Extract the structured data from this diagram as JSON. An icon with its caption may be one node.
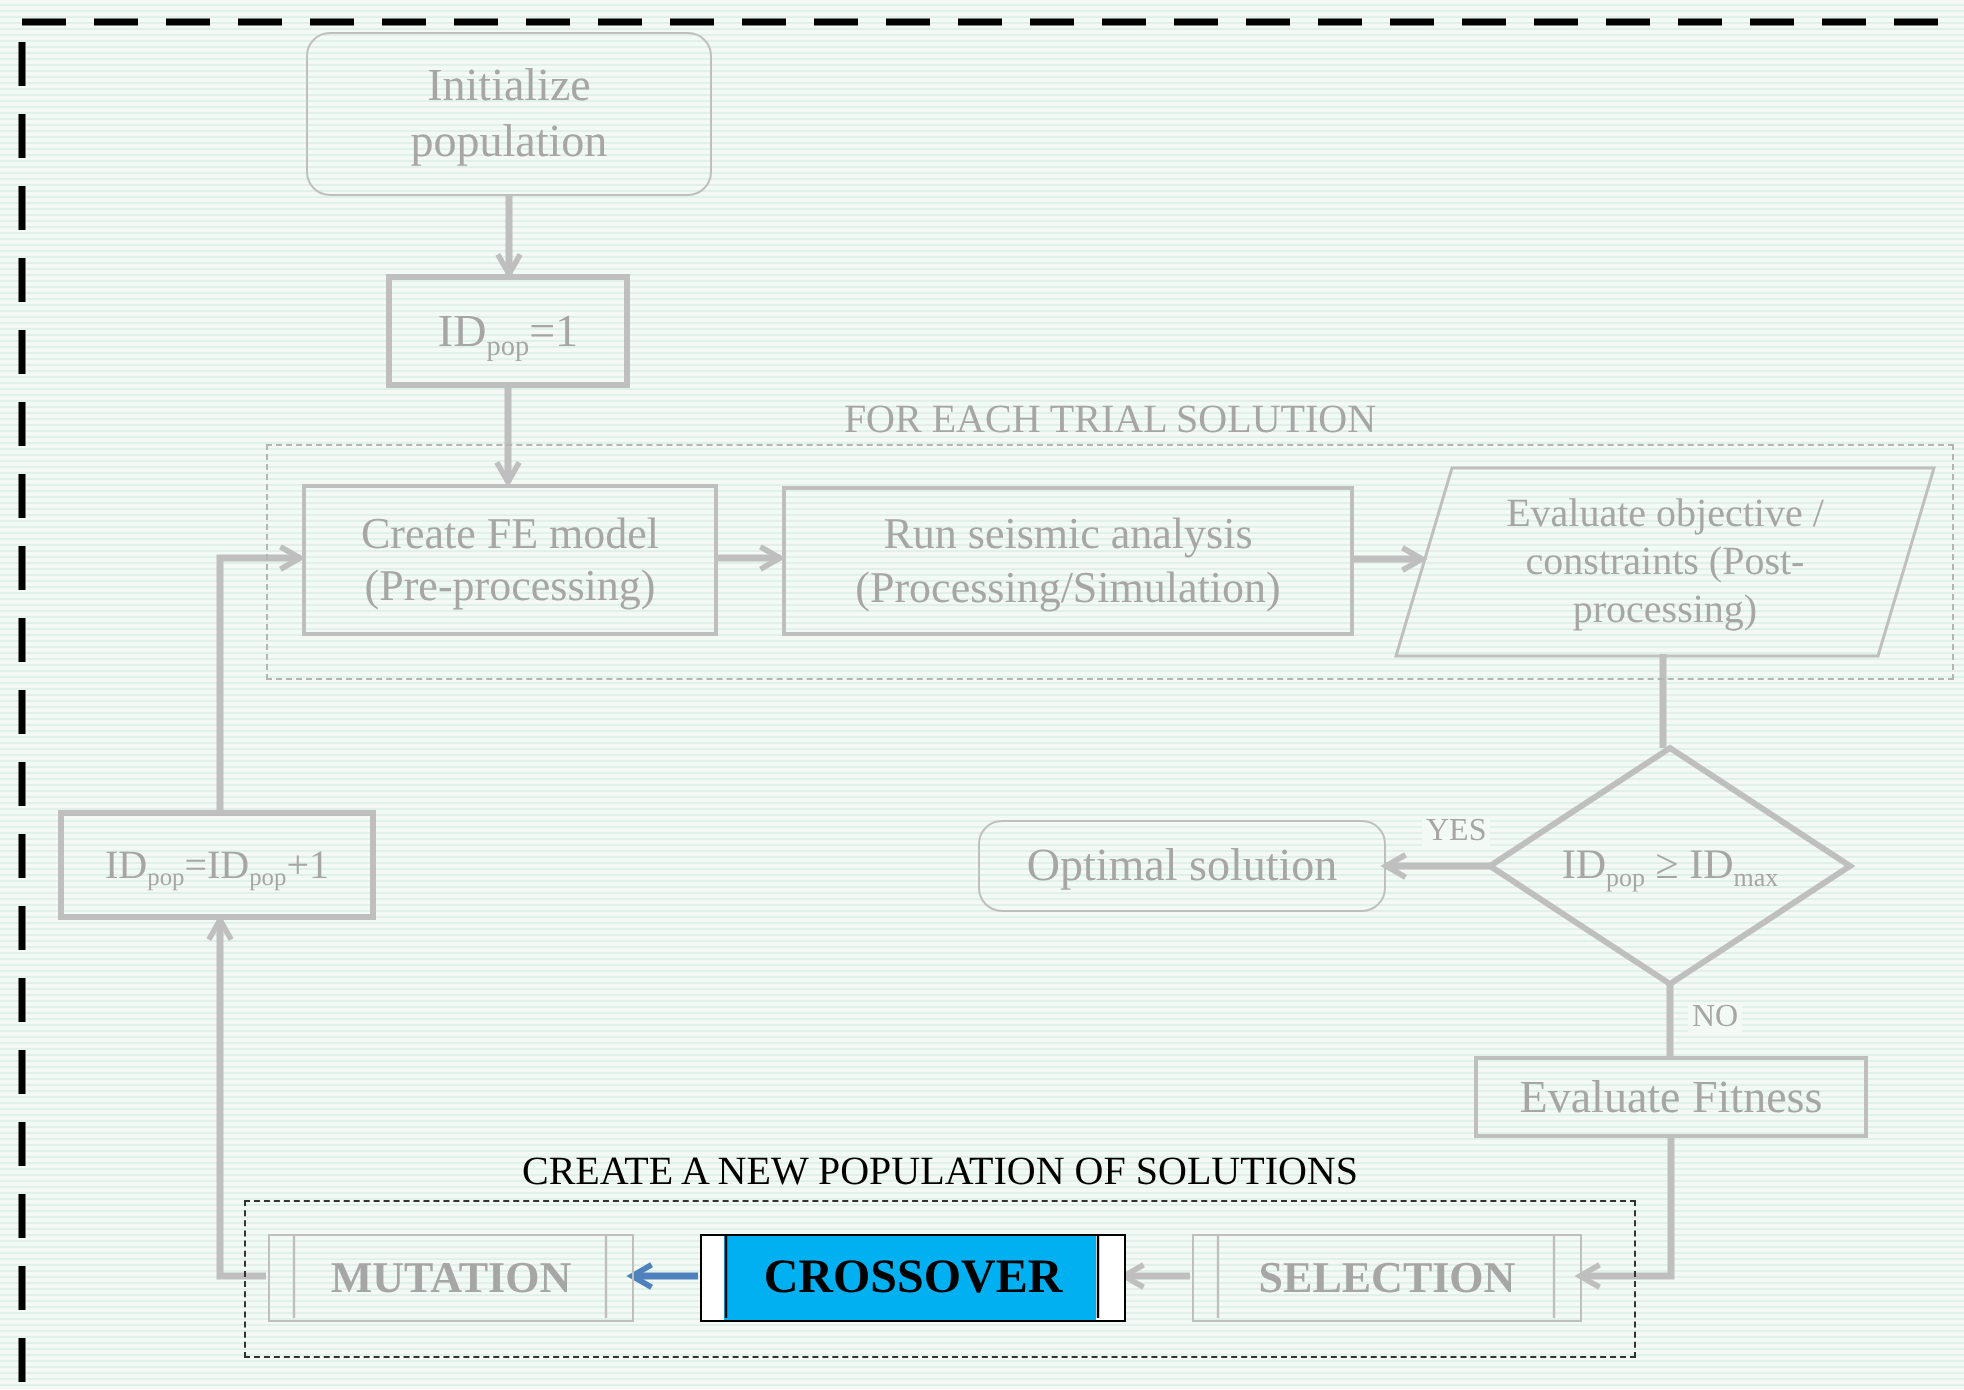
{
  "diagram": {
    "nodes": [
      {
        "text": [
          "Initialize population"
        ]
      },
      {
        "text": [
          "ID$_{pop}$=1"
        ]
      },
      {
        "text": [
          "FOR EACH TRIAL SOLUTION"
        ]
      },
      {
        "text": [
          "Create FE model (Pre-processing)"
        ],
        "in": 2
      },
      {
        "text": [
          "Run seismic analysis (Processing/Simulation)"
        ],
        "in": 2
      },
      {
        "text": [
          "Evaluate objective / constraints (Post-processing)"
        ],
        "in": 2
      },
      {
        "text": [
          "ID$_{pop}$ ≥ ID$_{max}$"
        ]
      },
      {
        "text": [
          "Optimal solution"
        ]
      },
      {
        "text": [
          "Evaluate Fitness"
        ]
      },
      {
        "text": [
          "ID$_{pop}$=ID$_{pop}$+1"
        ]
      },
      {
        "text": [
          "CREATE A NEW POPULATION OF SOLUTIONS"
        ]
      },
      {
        "text": [
          "MUTATION"
        ],
        "in": 10
      },
      {
        "text": [
          "CROSSOVER"
        ],
        "in": 10
      },
      {
        "text": [
          "SELECTION"
        ],
        "in": 10
      }
    ],
    "edges": [
      {
        "from": 0,
        "to": 1,
        "arrow": "to"
      },
      {
        "from": 1,
        "to": 3,
        "arrow": "to"
      },
      {
        "from": 3,
        "to": 4,
        "arrow": "to"
      },
      {
        "from": 4,
        "to": 5,
        "arrow": "to"
      },
      {
        "from": 5,
        "to": 6,
        "arrow": "none"
      },
      {
        "from": 6,
        "to": 7,
        "arrow": "to",
        "label": "YES"
      },
      {
        "from": 6,
        "to": 8,
        "arrow": "none",
        "label": "NO"
      },
      {
        "from": 8,
        "to": 13,
        "arrow": "to"
      },
      {
        "from": 13,
        "to": 12,
        "arrow": "to"
      },
      {
        "from": 12,
        "to": 11,
        "arrow": "to",
        "color": "#4f81bd"
      },
      {
        "from": 11,
        "to": 9,
        "arrow": "to"
      },
      {
        "from": 9,
        "to": 3,
        "arrow": "to"
      }
    ]
  }
}
